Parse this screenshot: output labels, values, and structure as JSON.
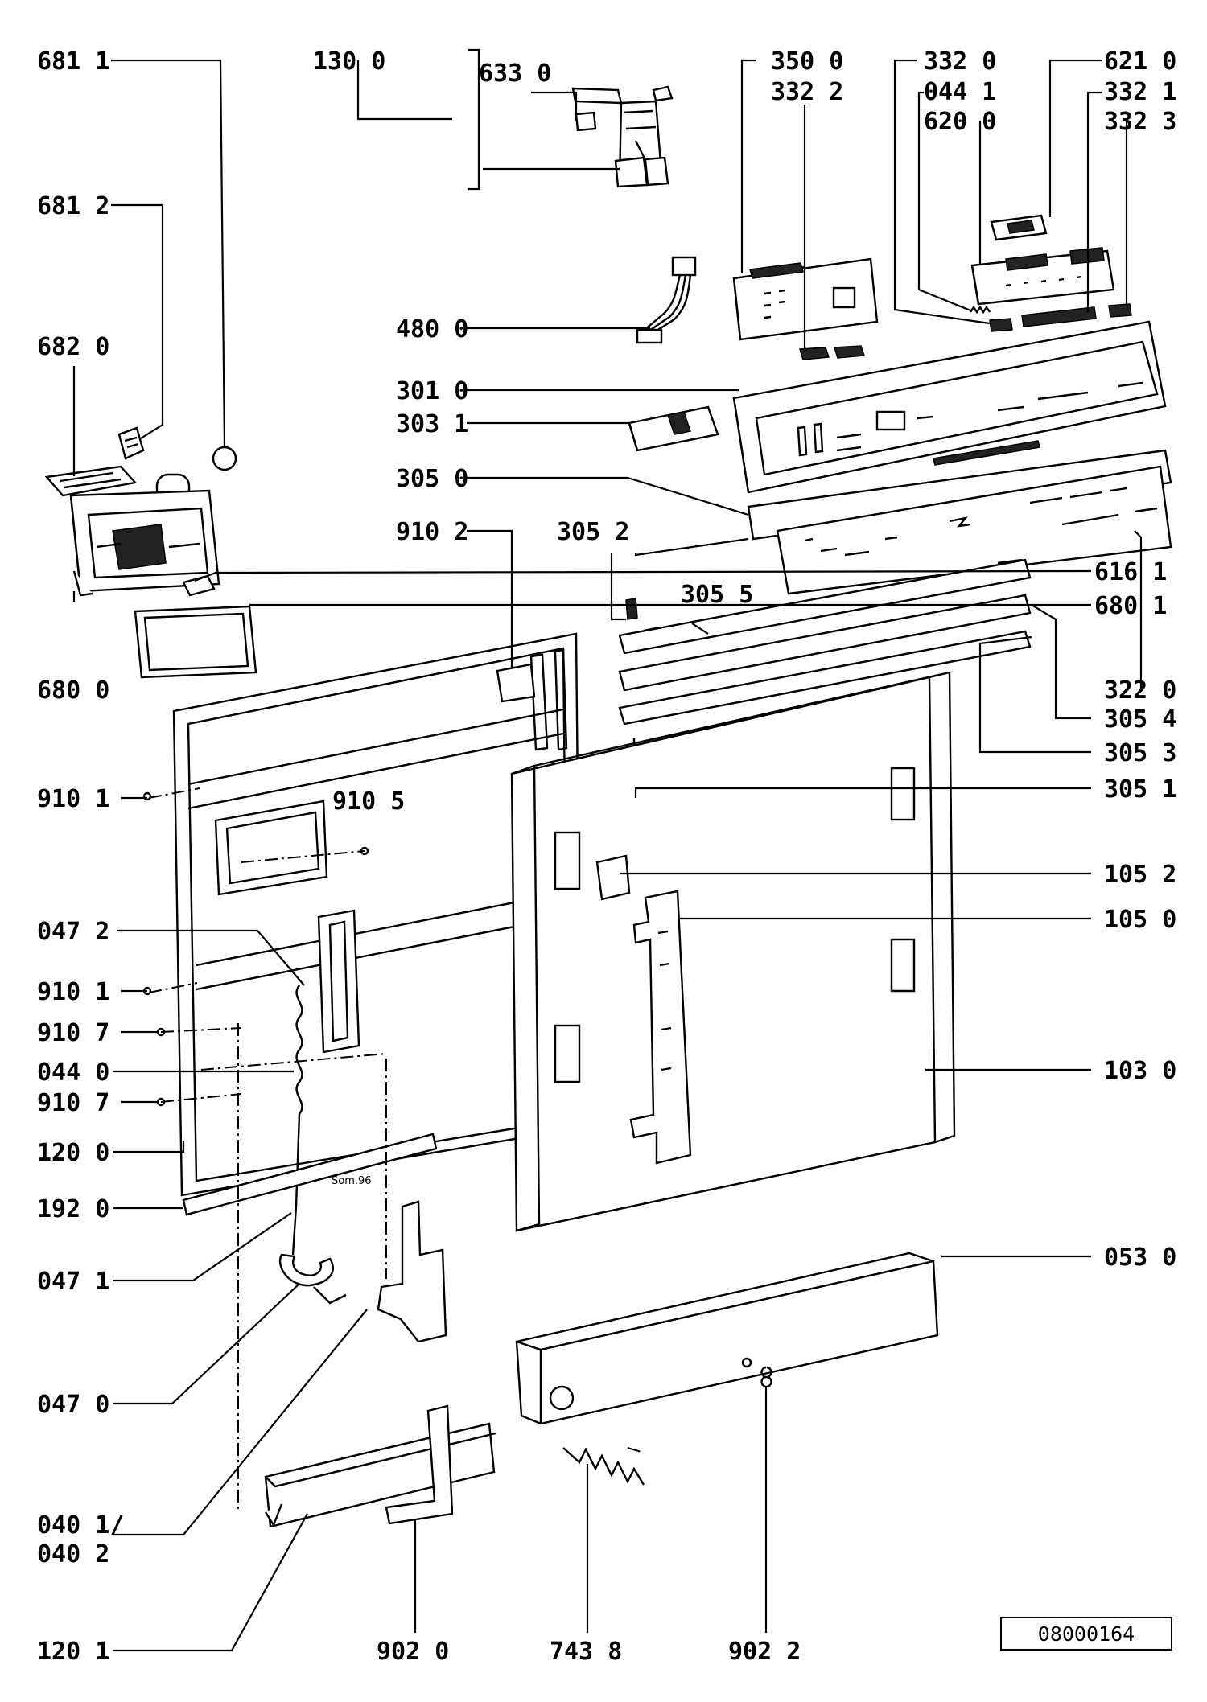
{
  "diagram_number": "08000164",
  "stamp_text": "Som.96",
  "labels": [
    "681 1",
    "130 0",
    "633 0",
    "350 0",
    "332 2",
    "332 0",
    "044 1",
    "620 0",
    "621 0",
    "332 1",
    "332 3",
    "681 2",
    "480 0",
    "682 0",
    "301 0",
    "303 1",
    "305 0",
    "910 2",
    "305 2",
    "616 1",
    "305 5",
    "680 1",
    "680 0",
    "322 0",
    "305 4",
    "305 3",
    "910 1",
    "910 5",
    "305 1",
    "105 2",
    "047 2",
    "105 0",
    "910 1",
    "910 7",
    "044 0",
    "910 7",
    "103 0",
    "120 0",
    "192 0",
    "047 1",
    "053 0",
    "047 0",
    "040 1/",
    "040 2",
    "120 1",
    "902 0",
    "743 8",
    "902 2"
  ]
}
